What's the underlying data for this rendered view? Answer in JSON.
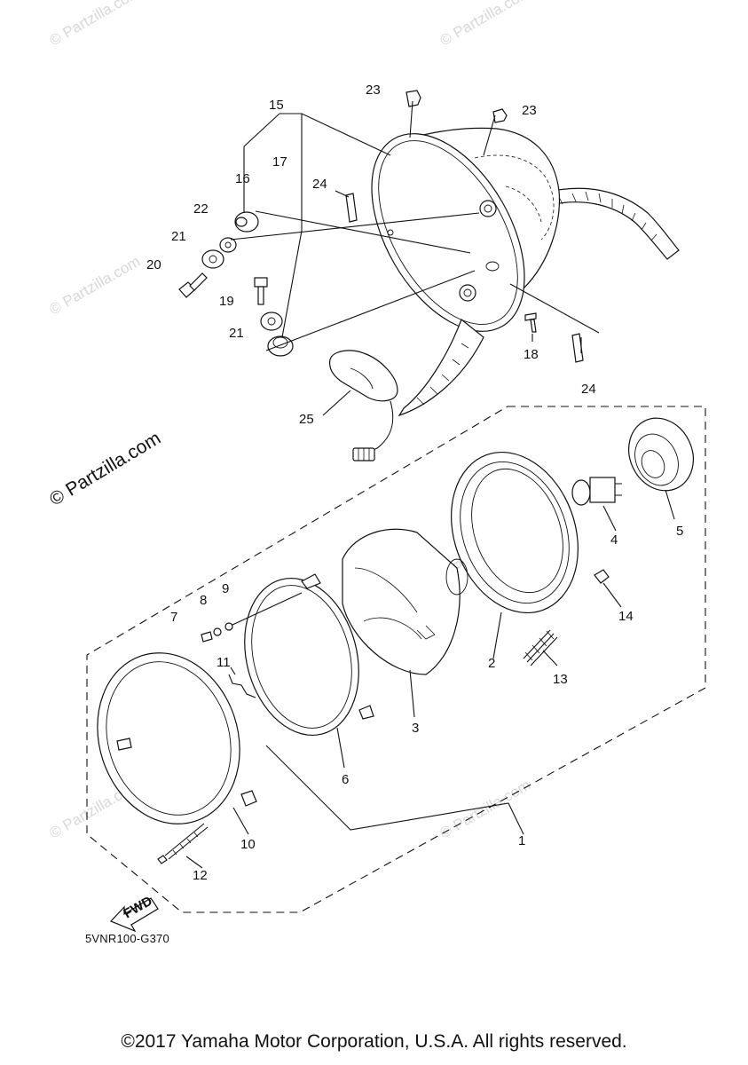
{
  "watermark": "© Partzilla.com",
  "brand_overlay": "© Partzilla.com",
  "fwd_label": "FWD",
  "part_code": "5VNR100-G370",
  "copyright": "©2017 Yamaha Motor Corporation, U.S.A. All rights reserved.",
  "callouts": [
    "1",
    "2",
    "3",
    "4",
    "5",
    "6",
    "7",
    "8",
    "9",
    "10",
    "11",
    "12",
    "13",
    "14",
    "15",
    "16",
    "17",
    "18",
    "19",
    "20",
    "21",
    "21",
    "22",
    "23",
    "23",
    "24",
    "24",
    "25"
  ]
}
